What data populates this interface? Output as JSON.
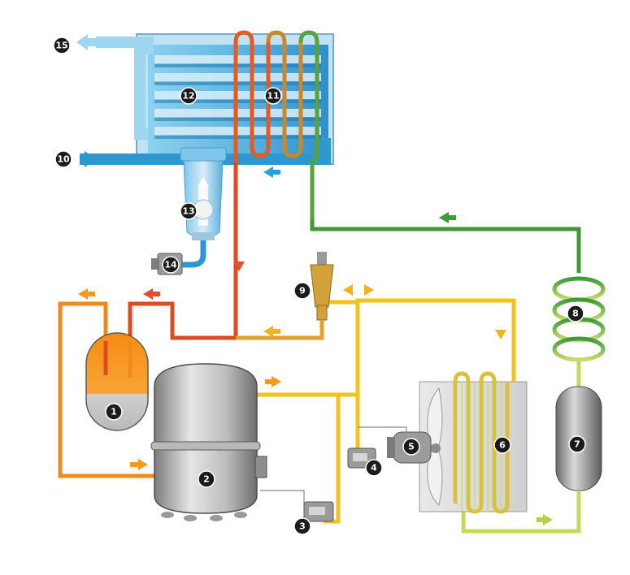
{
  "labels": [
    {
      "id": "1",
      "text": "1"
    },
    {
      "id": "2",
      "text": "2"
    },
    {
      "id": "3",
      "text": "3"
    },
    {
      "id": "4",
      "text": "4"
    },
    {
      "id": "5",
      "text": "5"
    },
    {
      "id": "6",
      "text": "6"
    },
    {
      "id": "7",
      "text": "7"
    },
    {
      "id": "8",
      "text": "8"
    },
    {
      "id": "9",
      "text": "9"
    },
    {
      "id": "10",
      "text": "10"
    },
    {
      "id": "11",
      "text": "11"
    },
    {
      "id": "12",
      "text": "12"
    },
    {
      "id": "13",
      "text": "13"
    },
    {
      "id": "14",
      "text": "14"
    },
    {
      "id": "15",
      "text": "15"
    }
  ],
  "colors": {
    "air_cold": "#9fd6ef",
    "air_blue": "#2f97cf",
    "refrigerant_hot": "#e04a22",
    "refrigerant_orange": "#f08a1c",
    "refrigerant_yellow": "#f5c21b",
    "refrigerant_green": "#3f9a33",
    "refrigerant_lime": "#c4d85a",
    "metal_grey": "#a9a9a9"
  }
}
